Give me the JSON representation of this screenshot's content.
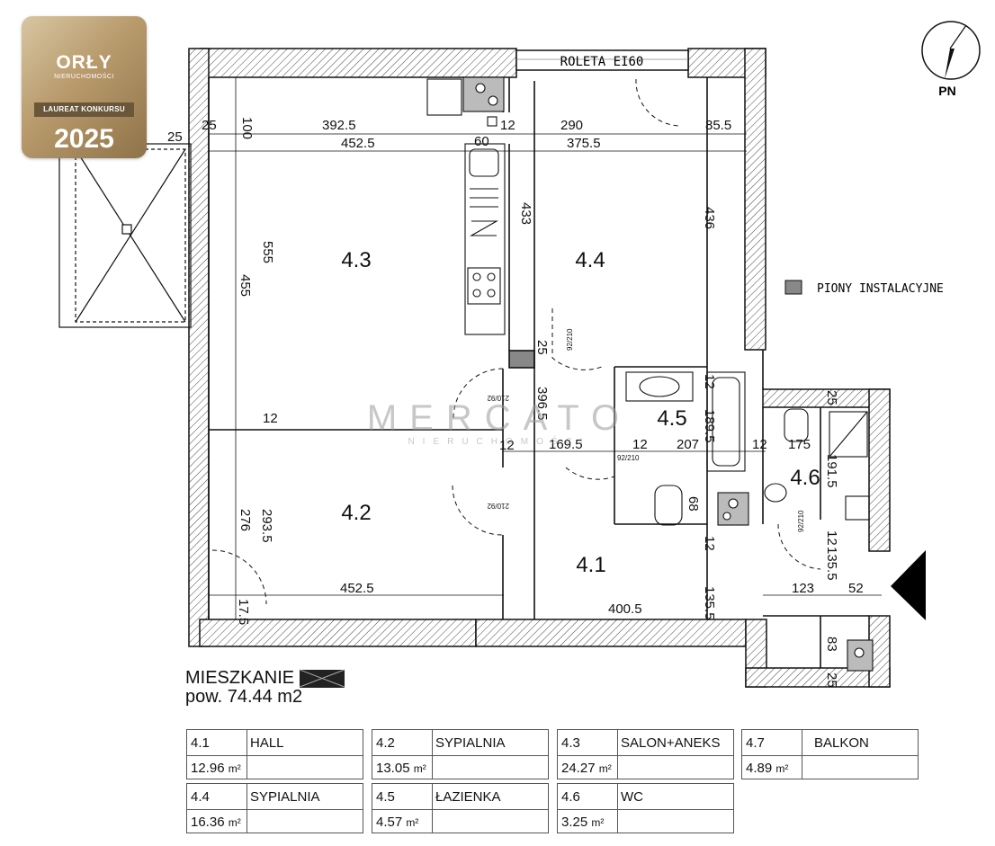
{
  "badge": {
    "logo": "ORŁY",
    "subtitle": "NIERUCHOMOŚCI",
    "band": "LAUREAT KONKURSU",
    "year": "2025"
  },
  "compass": {
    "label": "PN",
    "icon": "north-arrow-icon"
  },
  "legend": {
    "label": "PIONY INSTALACYJNE",
    "swatch_color": "#888888"
  },
  "watermark": {
    "brand": "MERCATO",
    "sub": "NIERUCHOMOŚCI"
  },
  "plan": {
    "roleta_label": "ROLETA EI60",
    "room_labels": [
      "4.3",
      "4.4",
      "4.2",
      "4.1",
      "4.5",
      "4.6"
    ],
    "dimensions": [
      "100",
      "392.5",
      "290",
      "85.5",
      "25",
      "25",
      "12",
      "60",
      "452.5",
      "375.5",
      "433",
      "436",
      "555",
      "455",
      "25",
      "12",
      "396.5",
      "169.5",
      "12",
      "207",
      "12",
      "175",
      "189.5",
      "12",
      "191.5",
      "276",
      "293.5",
      "68",
      "12",
      "452.5",
      "400.5",
      "123",
      "52",
      "135.5",
      "135.5",
      "17.5",
      "83",
      "25",
      "25",
      "12",
      "12",
      "12"
    ],
    "door_labels": [
      "210/92",
      "210/92",
      "92/210",
      "92/210",
      "92/210"
    ]
  },
  "apartment": {
    "title": "MIESZKANIE",
    "area": "pow. 74.44 m2"
  },
  "rooms_table": [
    {
      "num": "4.1",
      "name": "HALL",
      "area": "12.96",
      "unit": "m²"
    },
    {
      "num": "4.2",
      "name": "SYPIALNIA",
      "area": "13.05",
      "unit": "m²"
    },
    {
      "num": "4.3",
      "name": "SALON+ANEKS",
      "area": "24.27",
      "unit": "m²"
    },
    {
      "num": "4.7",
      "name": "BALKON",
      "area": "4.89",
      "unit": "m²"
    },
    {
      "num": "4.4",
      "name": "SYPIALNIA",
      "area": "16.36",
      "unit": "m²"
    },
    {
      "num": "4.5",
      "name": "ŁAZIENKA",
      "area": "4.57",
      "unit": "m²"
    },
    {
      "num": "4.6",
      "name": "WC",
      "area": "3.25",
      "unit": "m²"
    }
  ]
}
